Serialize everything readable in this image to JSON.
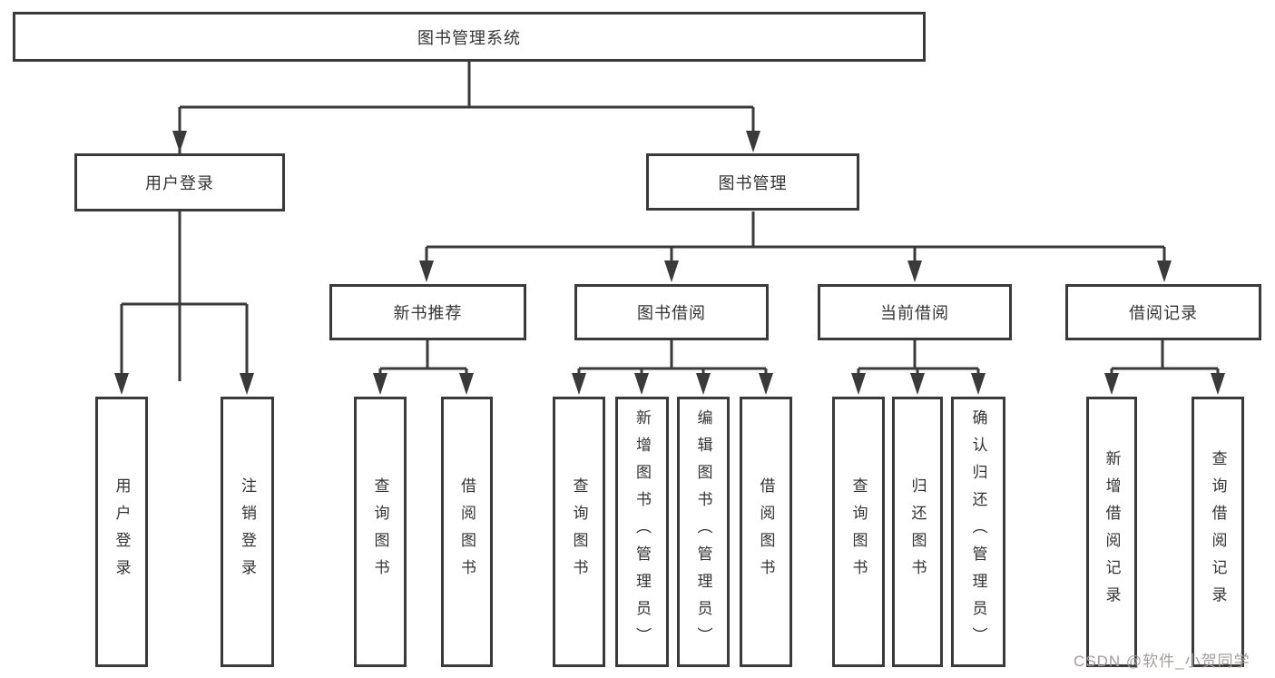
{
  "title": "图书管理系统",
  "tree": {
    "root": {
      "label": "图书管理系统"
    },
    "children": [
      {
        "label": "用户登录",
        "children": [
          {
            "label": "用户登录"
          },
          {
            "label": "注销登录"
          }
        ]
      },
      {
        "label": "图书管理",
        "children": [
          {
            "label": "新书推荐",
            "children": [
              {
                "label": "查询图书"
              },
              {
                "label": "借阅图书"
              }
            ]
          },
          {
            "label": "图书借阅",
            "children": [
              {
                "label": "查询图书"
              },
              {
                "label": "新增图书（管理员）"
              },
              {
                "label": "编辑图书（管理员）"
              },
              {
                "label": "借阅图书"
              }
            ]
          },
          {
            "label": "当前借阅",
            "children": [
              {
                "label": "查询图书"
              },
              {
                "label": "归还图书"
              },
              {
                "label": "确认归还（管理员）"
              }
            ]
          },
          {
            "label": "借阅记录",
            "children": [
              {
                "label": "新增借阅记录"
              },
              {
                "label": "查询借阅记录"
              }
            ]
          }
        ]
      }
    ]
  },
  "watermark": {
    "text": "CSDN @软件_小贺同学"
  },
  "colors": {
    "line": "#3a3a3a",
    "text": "#333333",
    "background": "#ffffff",
    "watermark": "#a39c9c"
  }
}
